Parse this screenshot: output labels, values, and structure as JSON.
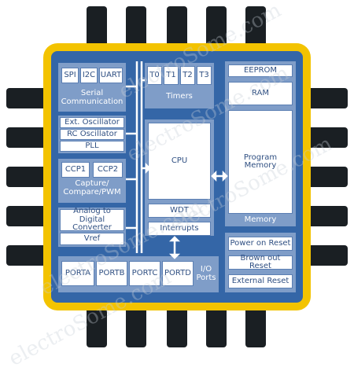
{
  "watermark": "electroSome.com",
  "blocks": {
    "serial": {
      "items": [
        "SPI",
        "I2C",
        "UART"
      ],
      "label": "Serial Communication"
    },
    "oscillators": [
      "Ext. Oscillator",
      "RC Oscillator",
      "PLL"
    ],
    "ccp": {
      "items": [
        "CCP1",
        "CCP2"
      ],
      "label": "Capture/ Compare/PWM"
    },
    "adc": {
      "title": "Analog to Digital Converter",
      "vref": "Vref"
    },
    "ports": {
      "items": [
        "PORTA",
        "PORTB",
        "PORTC",
        "PORTD"
      ],
      "label": "I/O Ports"
    },
    "timers": {
      "items": [
        "T0",
        "T1",
        "T2",
        "T3"
      ],
      "label": "Timers"
    },
    "cpu": {
      "title": "CPU",
      "wdt": "WDT",
      "interrupts": "Interrupts"
    },
    "memory": {
      "eeprom": "EEPROM",
      "ram": "RAM",
      "program": "Program Memory",
      "label": "Memory"
    },
    "reset": [
      "Power on Reset",
      "Brown out Reset",
      "External Reset"
    ]
  }
}
